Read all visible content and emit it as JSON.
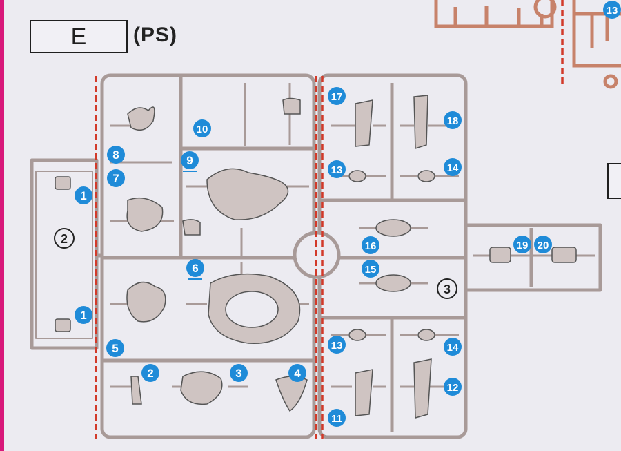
{
  "header": {
    "spru_letter": "E",
    "spru_material": "(PS)"
  },
  "runner_numbers": {
    "left_frame": "2",
    "right_frame": "3"
  },
  "colors": {
    "frame": "#a89a98",
    "frame_fill": "#dcd3d2",
    "part_fill": "#cfc4c2",
    "callout": "#1f8bd8",
    "divider": "#d23a2a",
    "accent_edge": "#d8187a",
    "neighbor_spru": "#c7826a"
  },
  "callouts": [
    {
      "label": "1",
      "underline": false
    },
    {
      "label": "1",
      "underline": false
    },
    {
      "label": "8",
      "underline": false
    },
    {
      "label": "7",
      "underline": false
    },
    {
      "label": "9",
      "underline": true
    },
    {
      "label": "10",
      "underline": false
    },
    {
      "label": "6",
      "underline": true
    },
    {
      "label": "5",
      "underline": false
    },
    {
      "label": "2",
      "underline": false
    },
    {
      "label": "3",
      "underline": false
    },
    {
      "label": "4",
      "underline": false
    },
    {
      "label": "17",
      "underline": false
    },
    {
      "label": "18",
      "underline": false
    },
    {
      "label": "13",
      "underline": false
    },
    {
      "label": "14",
      "underline": false
    },
    {
      "label": "16",
      "underline": false
    },
    {
      "label": "15",
      "underline": false
    },
    {
      "label": "19",
      "underline": false
    },
    {
      "label": "20",
      "underline": false
    },
    {
      "label": "13",
      "underline": false
    },
    {
      "label": "14",
      "underline": false
    },
    {
      "label": "12",
      "underline": false
    },
    {
      "label": "11",
      "underline": false
    },
    {
      "label": "13",
      "underline": false
    }
  ]
}
